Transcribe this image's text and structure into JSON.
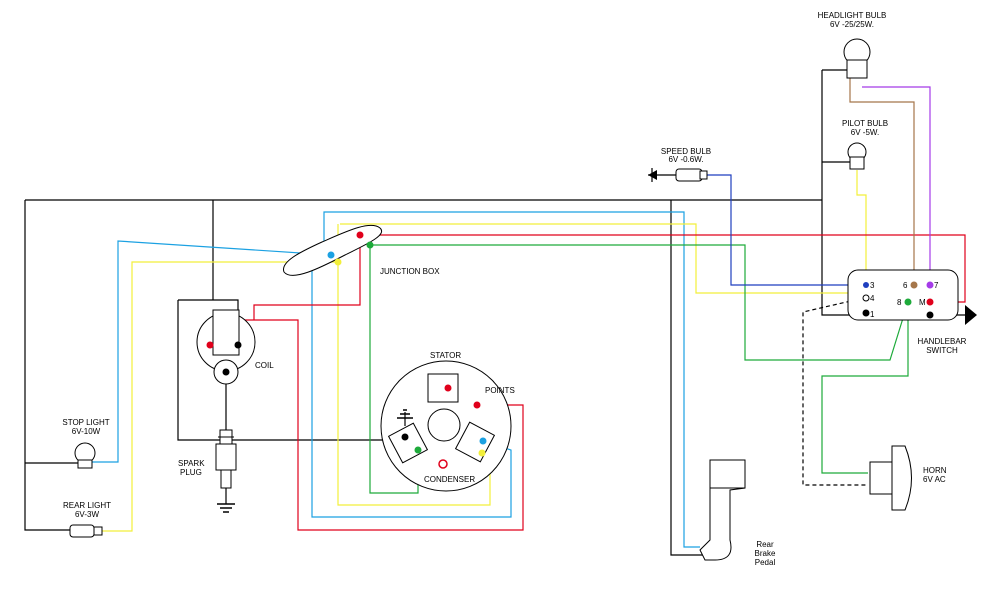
{
  "colors": {
    "black": "#000000",
    "red": "#e0001b",
    "blue": "#1ba1e2",
    "dark_blue": "#1f3fbf",
    "yellow": "#f2ef3a",
    "green": "#1daa3a",
    "brown": "#a5764a",
    "purple": "#a53be8",
    "background": "#ffffff"
  },
  "labels": {
    "headlight_bulb": "HEADLIGHT BULB",
    "headlight_spec": "6V -25/25W.",
    "pilot_bulb": "PILOT BULB",
    "pilot_spec": "6V -5W.",
    "speed_bulb": "SPEED BULB",
    "speed_spec": "6V -0.6W.",
    "junction_box": "JUNCTION BOX",
    "coil": "COIL",
    "stator": "STATOR",
    "points": "POINTS",
    "condenser": "CONDENSER",
    "spark_plug_1": "SPARK",
    "spark_plug_2": "PLUG",
    "stop_light": "STOP LIGHT",
    "stop_light_spec": "6V-10W",
    "rear_light": "REAR LIGHT",
    "rear_light_spec": "6V-3W",
    "handlebar_switch_1": "HANDLEBAR",
    "handlebar_switch_2": "SWITCH",
    "horn": "HORN",
    "horn_spec": "6V AC",
    "rear_brake_1": "Rear",
    "rear_brake_2": "Brake",
    "rear_brake_3": "Pedal"
  },
  "switch_terminals": {
    "t3": "3",
    "t6": "6",
    "t7": "7",
    "t4": "4",
    "t8": "8",
    "tM": "M",
    "t1": "1"
  }
}
